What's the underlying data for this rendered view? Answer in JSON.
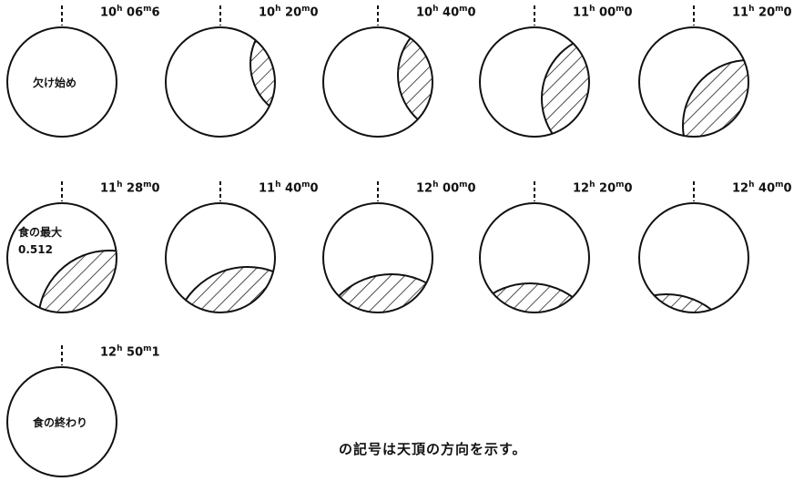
{
  "frames": [
    {
      "h": "10",
      "m": "06",
      "frac": "6",
      "label": "欠け始め",
      "label2": "",
      "shadow": "none"
    },
    {
      "h": "10",
      "m": "20",
      "frac": "0",
      "label": "",
      "label2": "",
      "shadow": "s1"
    },
    {
      "h": "10",
      "m": "40",
      "frac": "0",
      "label": "",
      "label2": "",
      "shadow": "s2"
    },
    {
      "h": "11",
      "m": "00",
      "frac": "0",
      "label": "",
      "label2": "",
      "shadow": "s3"
    },
    {
      "h": "11",
      "m": "20",
      "frac": "0",
      "label": "",
      "label2": "",
      "shadow": "s4"
    },
    {
      "h": "11",
      "m": "28",
      "frac": "0",
      "label": "食の最大",
      "label2": "0.512",
      "shadow": "s5"
    },
    {
      "h": "11",
      "m": "40",
      "frac": "0",
      "label": "",
      "label2": "",
      "shadow": "s6"
    },
    {
      "h": "12",
      "m": "00",
      "frac": "0",
      "label": "",
      "label2": "",
      "shadow": "s7"
    },
    {
      "h": "12",
      "m": "20",
      "frac": "0",
      "label": "",
      "label2": "",
      "shadow": "s8"
    },
    {
      "h": "12",
      "m": "40",
      "frac": "0",
      "label": "",
      "label2": "",
      "shadow": "s9"
    },
    {
      "h": "12",
      "m": "50",
      "frac": "1",
      "label": "食の終わり",
      "label2": "",
      "shadow": "none"
    }
  ],
  "note": "の記号は天頂の方向を示す。"
}
